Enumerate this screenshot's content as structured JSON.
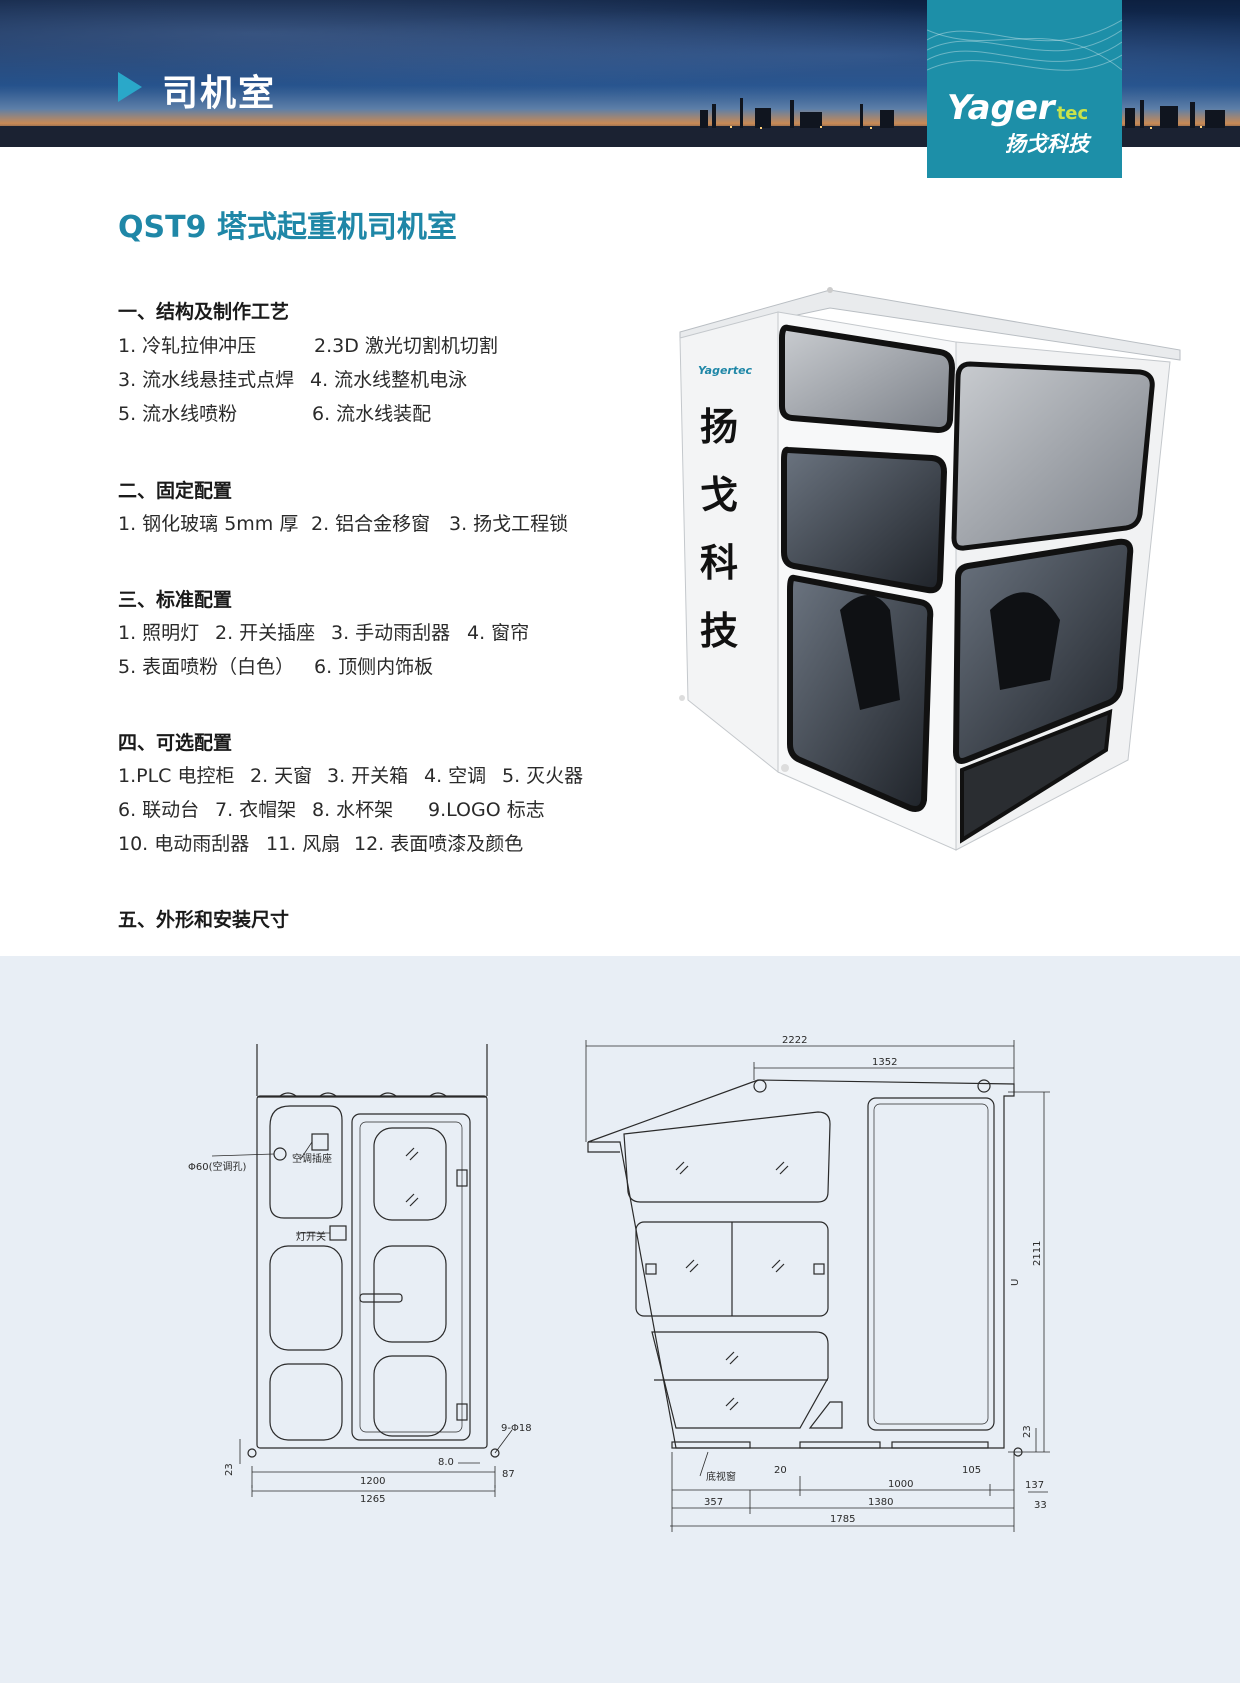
{
  "banner": {
    "title": "司机室"
  },
  "brand": {
    "en": "Yager",
    "tec": "tec",
    "cn": "扬戈科技"
  },
  "product_title": "QST9 塔式起重机司机室",
  "sections": [
    {
      "heading": "一、结构及制作工艺",
      "lines": [
        [
          "1. 冷轧拉伸冲压",
          "2.3D 激光切割机切割"
        ],
        [
          "3. 流水线悬挂式点焊",
          "4. 流水线整机电泳"
        ],
        [
          "5. 流水线喷粉",
          "6. 流水线装配"
        ]
      ]
    },
    {
      "heading": "二、固定配置",
      "lines": [
        [
          "1. 钢化玻璃 5mm 厚",
          "2. 铝合金移窗",
          "3. 扬戈工程锁"
        ]
      ]
    },
    {
      "heading": "三、标准配置",
      "lines": [
        [
          "1. 照明灯",
          "2. 开关插座",
          "3. 手动雨刮器",
          "4. 窗帘"
        ],
        [
          "5. 表面喷粉（白色）",
          "6. 顶侧内饰板"
        ]
      ]
    },
    {
      "heading": "四、可选配置",
      "lines": [
        [
          "1.PLC 电控柜",
          "2. 天窗",
          "3. 开关箱",
          "4. 空调",
          "5. 灭火器"
        ],
        [
          "6. 联动台",
          "7. 衣帽架",
          "8. 水杯架",
          "9.LOGO 标志"
        ],
        [
          "10. 电动雨刮器",
          "11. 风扇",
          "12. 表面喷漆及颜色"
        ]
      ]
    },
    {
      "heading": "五、外形和安装尺寸",
      "lines": []
    }
  ],
  "cabin_side_text": [
    "扬",
    "戈",
    "科",
    "技"
  ],
  "cabin_logo": "Yagertec",
  "front_view": {
    "labels": {
      "ac_hole": "Φ60(空调孔)",
      "ac_socket": "空调插座",
      "light_switch": "灯开关",
      "holes": "9-Φ18"
    },
    "dims": {
      "d23": "23",
      "d8": "8.0",
      "d87": "87",
      "d1200": "1200",
      "d1265": "1265"
    }
  },
  "side_view": {
    "labels": {
      "bottom_window": "底视窗",
      "u_mark": "U"
    },
    "dims": {
      "d2222": "2222",
      "d1352": "1352",
      "d2111": "2111",
      "d23": "23",
      "d33": "33",
      "d20": "20",
      "d1000": "1000",
      "d105": "105",
      "d137": "137",
      "d357": "357",
      "d1380": "1380",
      "d1785": "1785"
    }
  }
}
